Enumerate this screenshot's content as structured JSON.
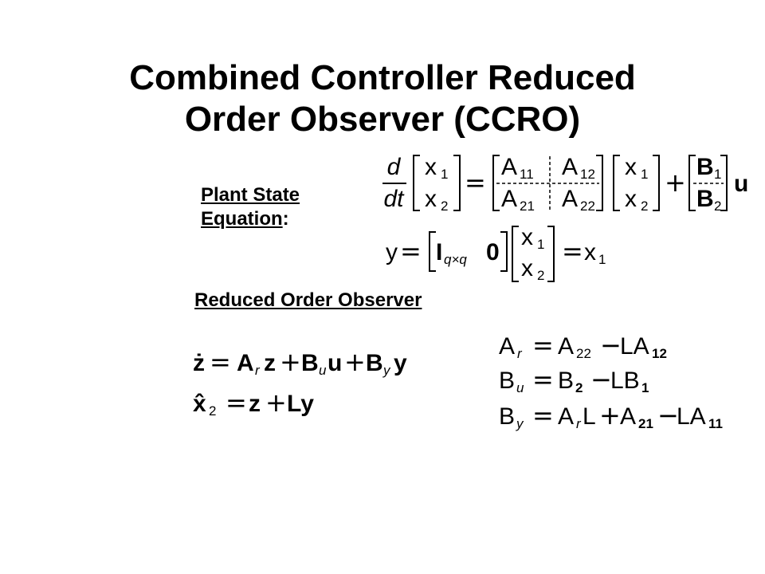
{
  "title": {
    "line1": "Combined Controller Reduced",
    "line2": "Order Observer (CCRO)"
  },
  "plant_label": {
    "line1": "Plant State",
    "line2": "Equation",
    "colon": ":"
  },
  "observer_label": "Reduced Order Observer",
  "equations": {
    "state": {
      "d": "d",
      "dt": "dt",
      "x": "x",
      "A": "A",
      "B": "B",
      "u": "u",
      "sub1": "1",
      "sub2": "2",
      "sub11": "11",
      "sub12": "12",
      "sub21": "21",
      "sub22": "22",
      "eq": "=",
      "plus": "+"
    },
    "output": {
      "y": "y",
      "eq": "=",
      "I": "I",
      "Isub": "q×q",
      "zero": "0",
      "x": "x",
      "sub1": "1",
      "sub2": "2"
    },
    "observer1": {
      "zdot": "ż",
      "eq": "=",
      "A": "A",
      "r": "r",
      "z": "z",
      "plus": "+",
      "B": "B",
      "u_sub": "u",
      "u": "u",
      "y_sub": "y",
      "y": "y"
    },
    "observer2": {
      "xhat": "x̂",
      "sub2": "2",
      "eq": "=",
      "z": "z",
      "plus": "+",
      "Ly": "Ly"
    },
    "Ar": {
      "A": "A",
      "r": "r",
      "eq": "=",
      "sub22": "22",
      "minus": "−",
      "LA": "LA",
      "sub12": "12"
    },
    "Bu": {
      "B": "B",
      "u": "u",
      "eq": "=",
      "sub2": "2",
      "minus": "−",
      "LB": "LB",
      "sub1": "1"
    },
    "By": {
      "B": "B",
      "y": "y",
      "eq": "=",
      "A": "A",
      "r": "r",
      "L": "L",
      "plus": "+",
      "sub21": "21",
      "minus": "−",
      "LA": "LA",
      "sub11": "11"
    }
  }
}
